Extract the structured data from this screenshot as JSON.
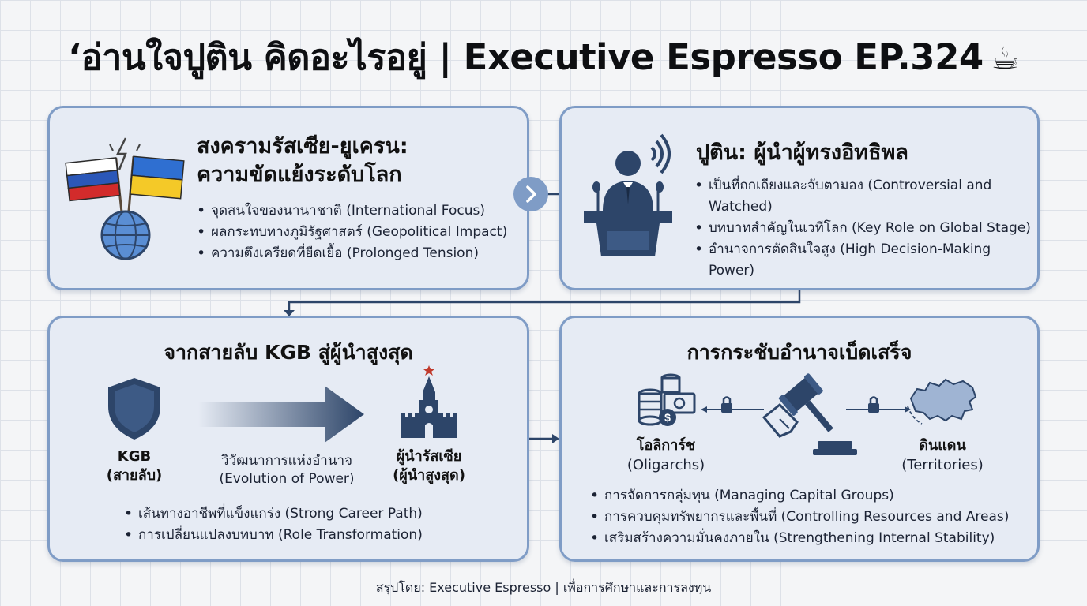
{
  "header": {
    "title": "‘อ่านใจปูติน คิดอะไรอยู่ | Executive Espresso EP.324",
    "title_icon": "☕"
  },
  "colors": {
    "accent": "#7f9cc6",
    "navy": "#2d4569",
    "panel_bg": "#e6ebf4"
  },
  "panel_war": {
    "title_line1": "สงครามรัสเซีย-ยูเครน:",
    "title_line2": "ความขัดแย้งระดับโลก",
    "bullets": [
      "จุดสนใจของนานาชาติ (International Focus)",
      "ผลกระทบทางภูมิรัฐศาสตร์ (Geopolitical Impact)",
      "ความตึงเครียดที่ยืดเยื้อ (Prolonged Tension)"
    ]
  },
  "panel_putin": {
    "title": "ปูติน: ผู้นำผู้ทรงอิทธิพล",
    "bullets": [
      "เป็นที่ถกเถียงและจับตามอง (Controversial and Watched)",
      "บทบาทสำคัญในเวทีโลก (Key Role on Global Stage)",
      "อำนาจการตัดสินใจสูง (High Decision-Making Power)"
    ]
  },
  "panel_kgb": {
    "title": "จากสายลับ KGB สู่ผู้นำสูงสุด",
    "kgb_label_line1": "KGB",
    "kgb_label_line2": "(สายลับ)",
    "arrow_label_line1": "วิวัฒนาการแห่งอำนาจ",
    "arrow_label_line2": "(Evolution of Power)",
    "leader_label_line1": "ผู้นำรัสเซีย",
    "leader_label_line2": "(ผู้นำสูงสุด)",
    "bullets": [
      "เส้นทางอาชีพที่แข็งแกร่ง (Strong Career Path)",
      "การเปลี่ยนแปลงบทบาท (Role Transformation)"
    ]
  },
  "panel_power": {
    "title": "การกระชับอำนาจเบ็ดเสร็จ",
    "oligarchs_label_line1": "โอลิการ์ช",
    "oligarchs_label_line2": "(Oligarchs)",
    "territories_label_line1": "ดินแดน",
    "territories_label_line2": "(Territories)",
    "bullets": [
      "การจัดการกลุ่มทุน (Managing Capital Groups)",
      "การควบคุมทรัพยากรและพื้นที่ (Controlling Resources and Areas)",
      "เสริมสร้างความมั่นคงภายใน (Strengthening Internal Stability)"
    ]
  },
  "footer": {
    "text": "สรุปโดย: Executive Espresso | เพื่อการศึกษาและการลงทุน"
  }
}
